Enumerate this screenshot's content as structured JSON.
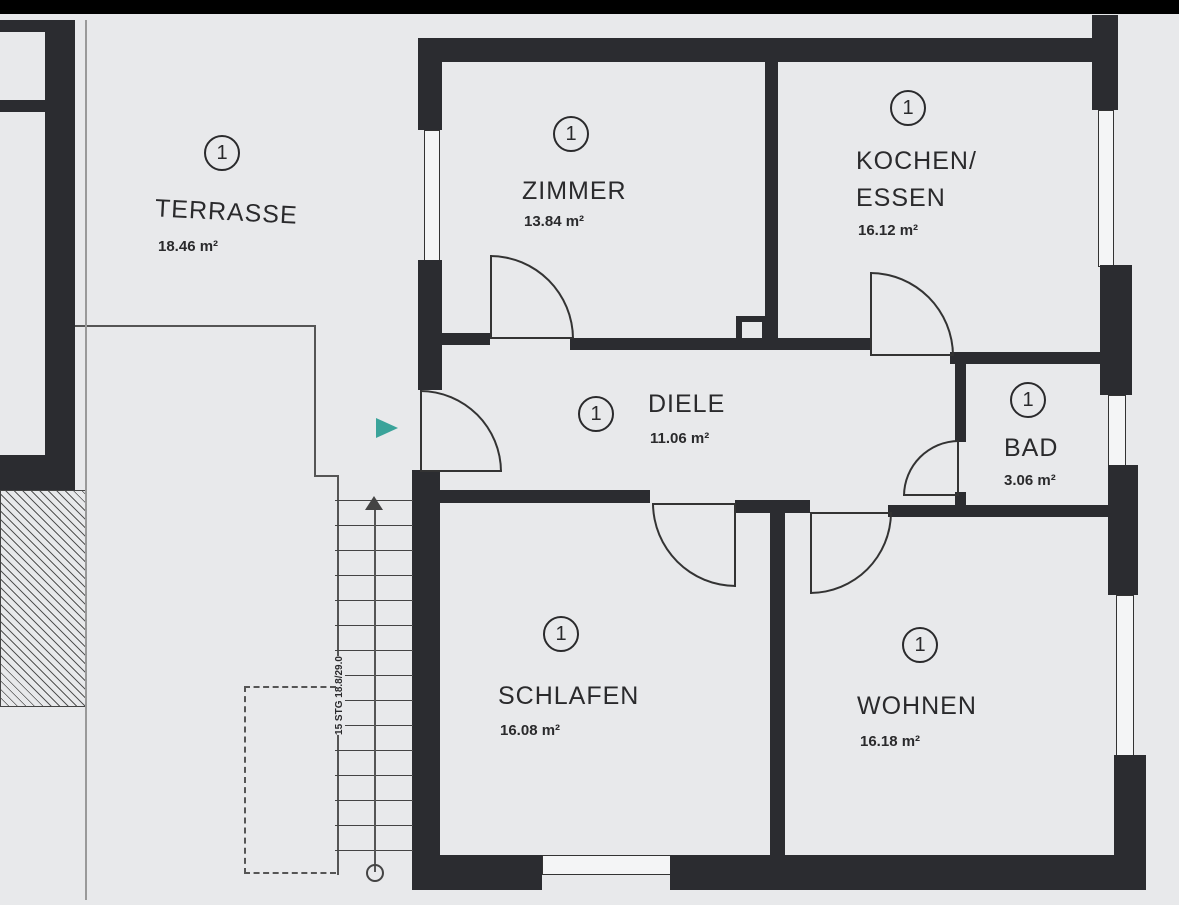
{
  "rooms": [
    {
      "number": "1",
      "name": "TERRASSE",
      "area": "18.46 m²"
    },
    {
      "number": "1",
      "name": "ZIMMER",
      "area": "13.84 m²"
    },
    {
      "number": "1",
      "name": "KOCHEN/",
      "name2": "ESSEN",
      "area": "16.12 m²"
    },
    {
      "number": "1",
      "name": "DIELE",
      "area": "11.06 m²"
    },
    {
      "number": "1",
      "name": "BAD",
      "area": "3.06 m²"
    },
    {
      "number": "1",
      "name": "SCHLAFEN",
      "area": "16.08 m²"
    },
    {
      "number": "1",
      "name": "WOHNEN",
      "area": "16.18 m²"
    }
  ],
  "stair_label": "15 STG 18.8/29.0",
  "colors": {
    "wall": "#2b2c30",
    "paper": "#e8e9eb",
    "entrance_marker": "#3aa39a"
  }
}
